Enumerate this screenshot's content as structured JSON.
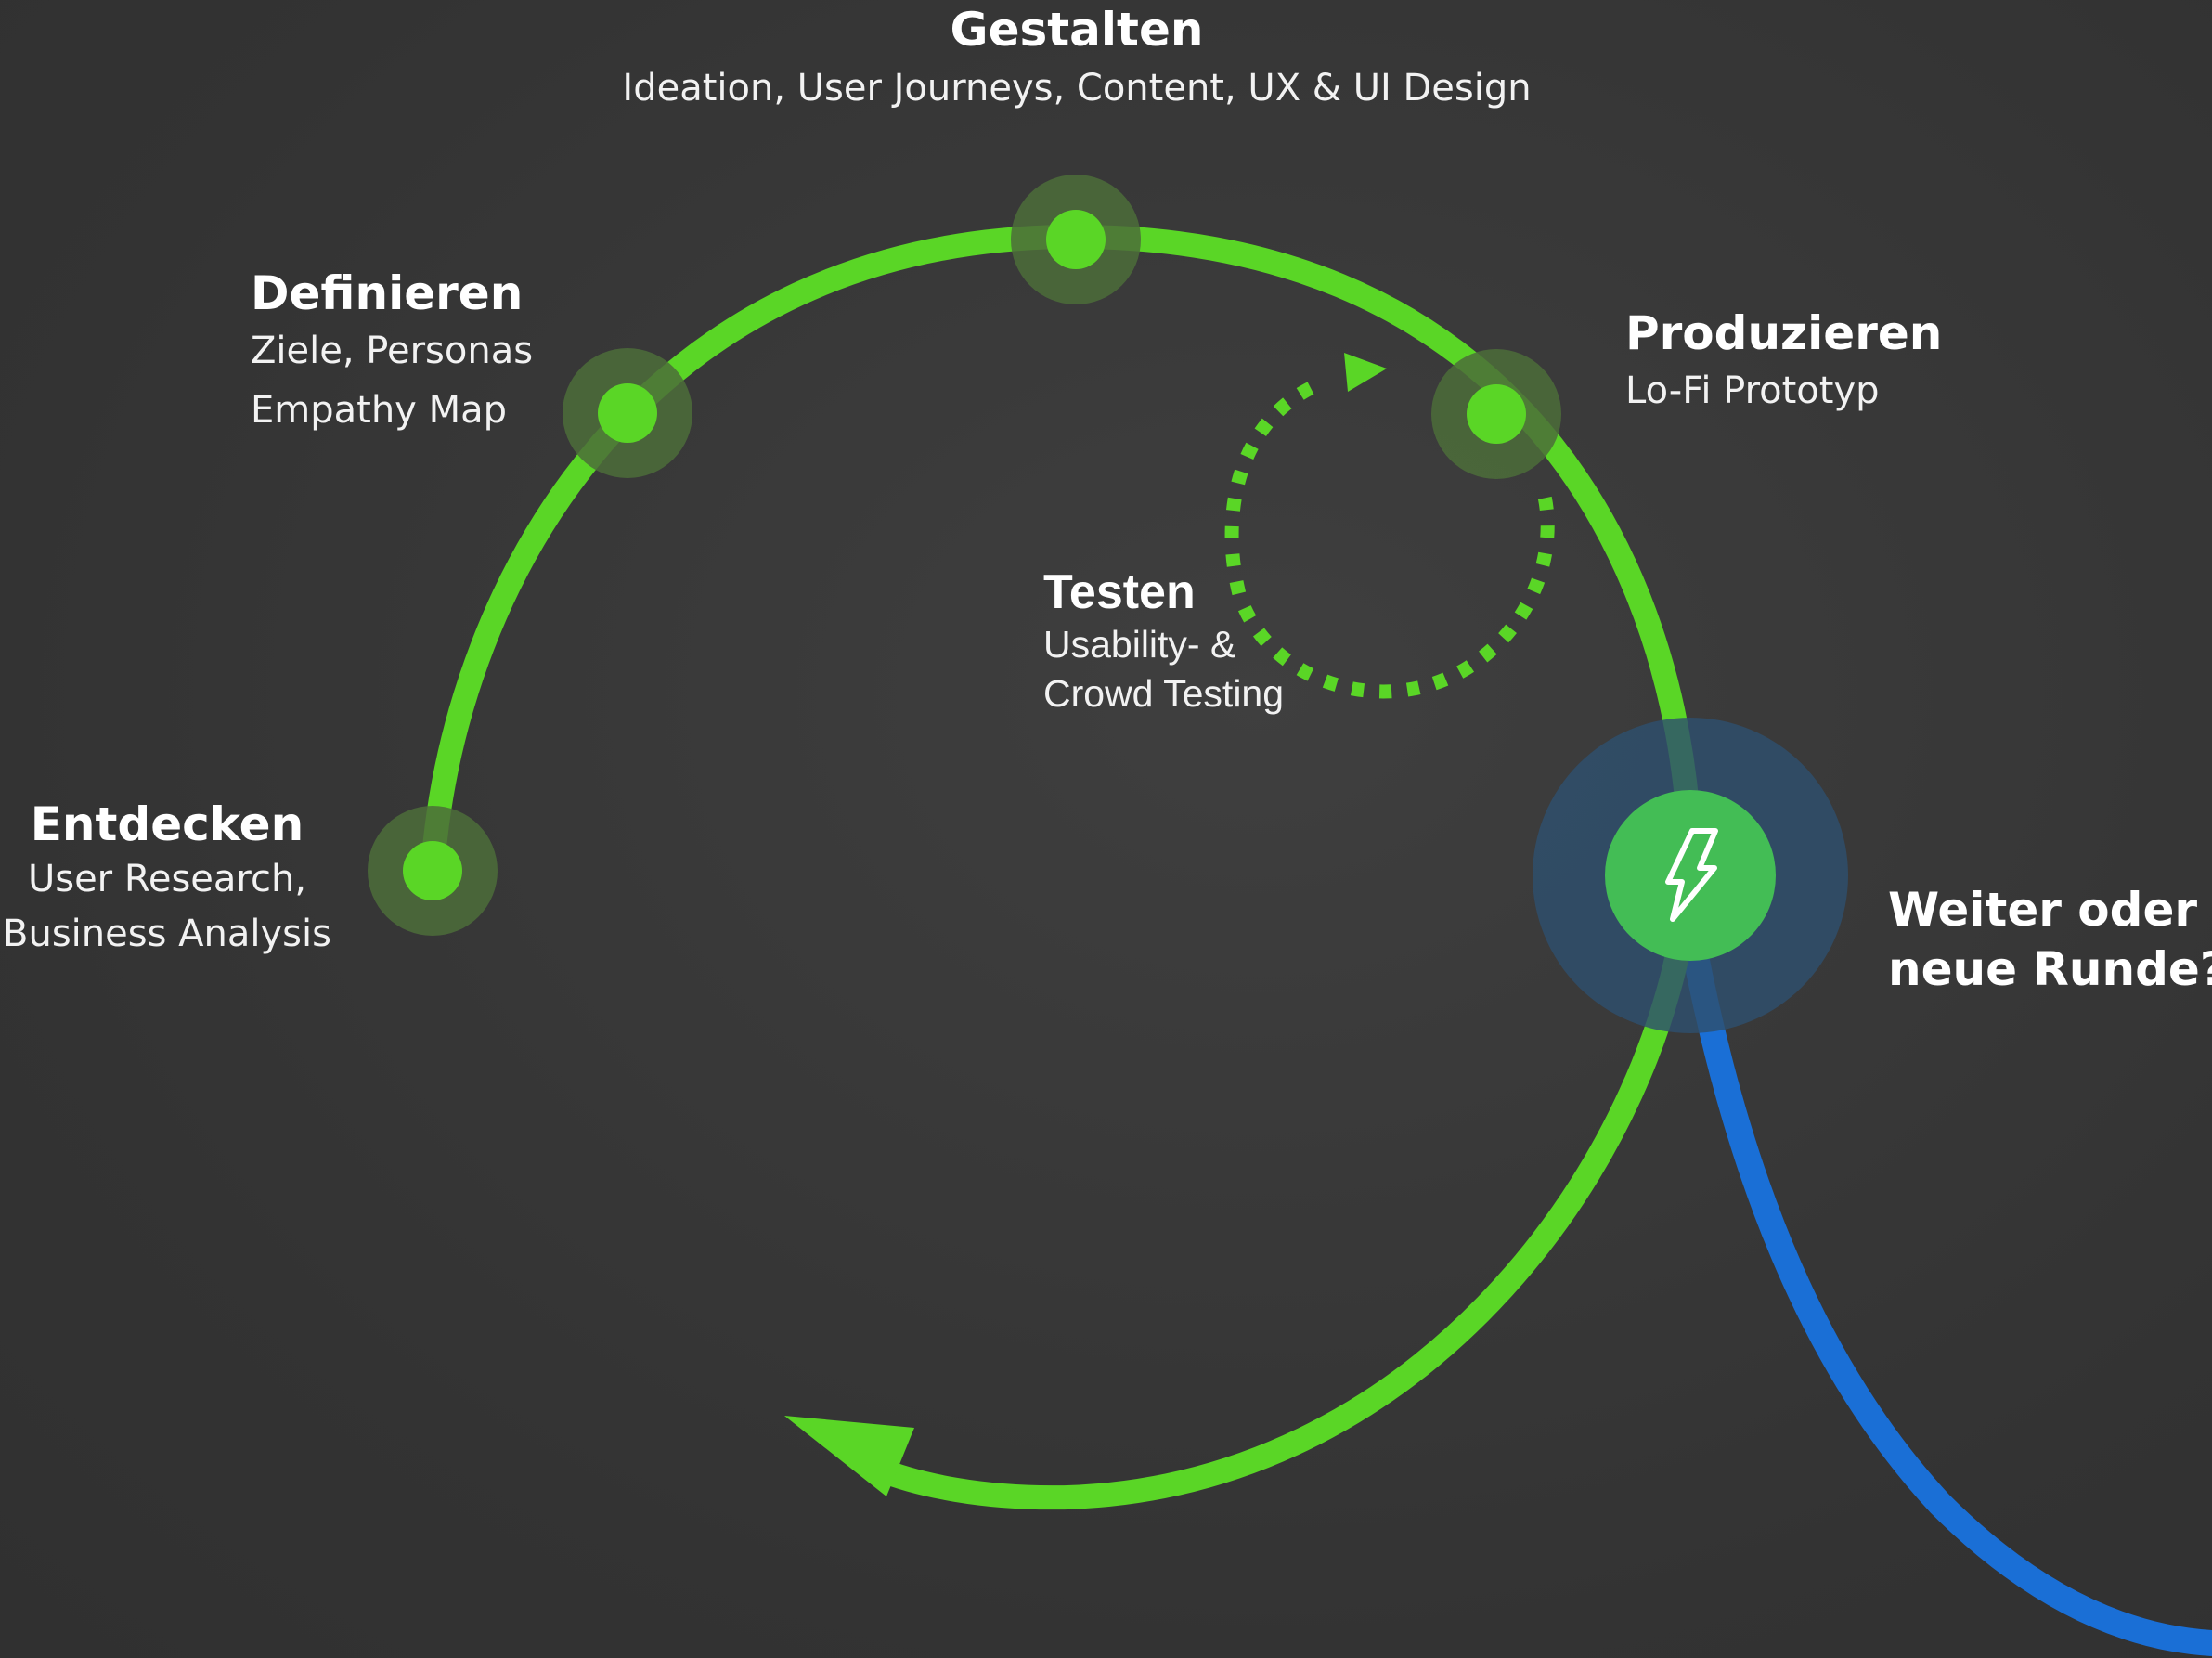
{
  "colors": {
    "background": "#333333",
    "cycle_green": "#5ad626",
    "node_halo": "#4c6d3a",
    "decision_green": "#43bd55",
    "decision_halo": "#2e4f6e",
    "exit_blue": "#1a6fd6",
    "text": "#ffffff"
  },
  "stages": {
    "gestalten": {
      "title": "Gestalten",
      "description": "Ideation, User Journeys, Content, UX & UI Design"
    },
    "definieren": {
      "title": "Definieren",
      "lines": [
        "Ziele, Personas",
        "Empathy Map"
      ]
    },
    "produzieren": {
      "title": "Produzieren",
      "description": "Lo-Fi Prototyp"
    },
    "entdecken": {
      "title": "Entdecken",
      "lines": [
        "User Research,",
        "Business Analysis"
      ]
    },
    "testen": {
      "title": "Testen",
      "lines": [
        "Usability- &",
        "Crowd Testing"
      ]
    },
    "weiter": {
      "lines": [
        "Weiter oder",
        "neue Runde?"
      ]
    }
  },
  "icons": {
    "decision": "lightning-bolt-icon",
    "loop": "dotted-loop-arrow-icon",
    "return": "return-arrowhead-icon"
  }
}
